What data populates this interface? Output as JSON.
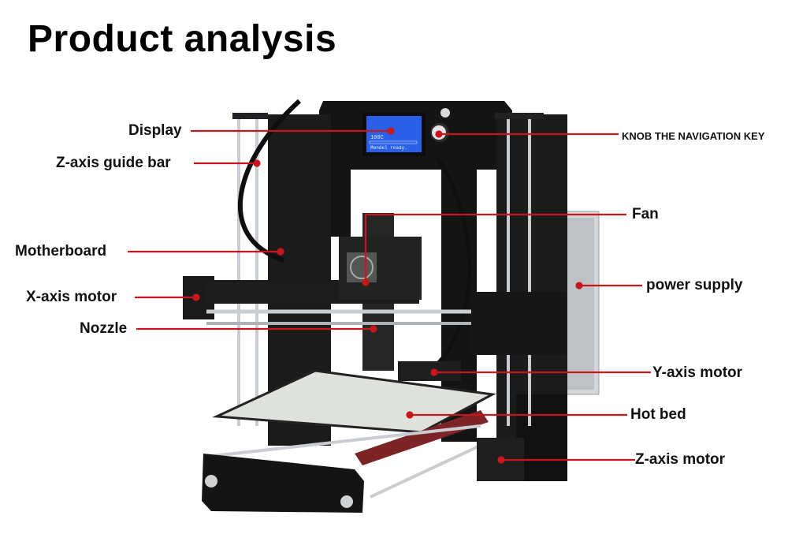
{
  "title": "Product analysis",
  "colors": {
    "leader_line": "#c8161d",
    "frame": "#151515",
    "lcd": "#2a5fe8",
    "bed": "#dfe2dc",
    "rod": "#c9ccd0",
    "psu": "#d4d6d8"
  },
  "display_screen": {
    "line1": "100C",
    "line2": "Mendel ready."
  },
  "labels": {
    "display": "Display",
    "z_guide_bar": "Z-axis guide bar",
    "motherboard": "Motherboard",
    "x_motor": "X-axis motor",
    "nozzle": "Nozzle",
    "knob": "KNOB THE NAVIGATION KEY",
    "fan": "Fan",
    "power_supply": "power supply",
    "y_motor": "Y-axis motor",
    "hot_bed": "Hot bed",
    "z_motor": "Z-axis motor"
  }
}
